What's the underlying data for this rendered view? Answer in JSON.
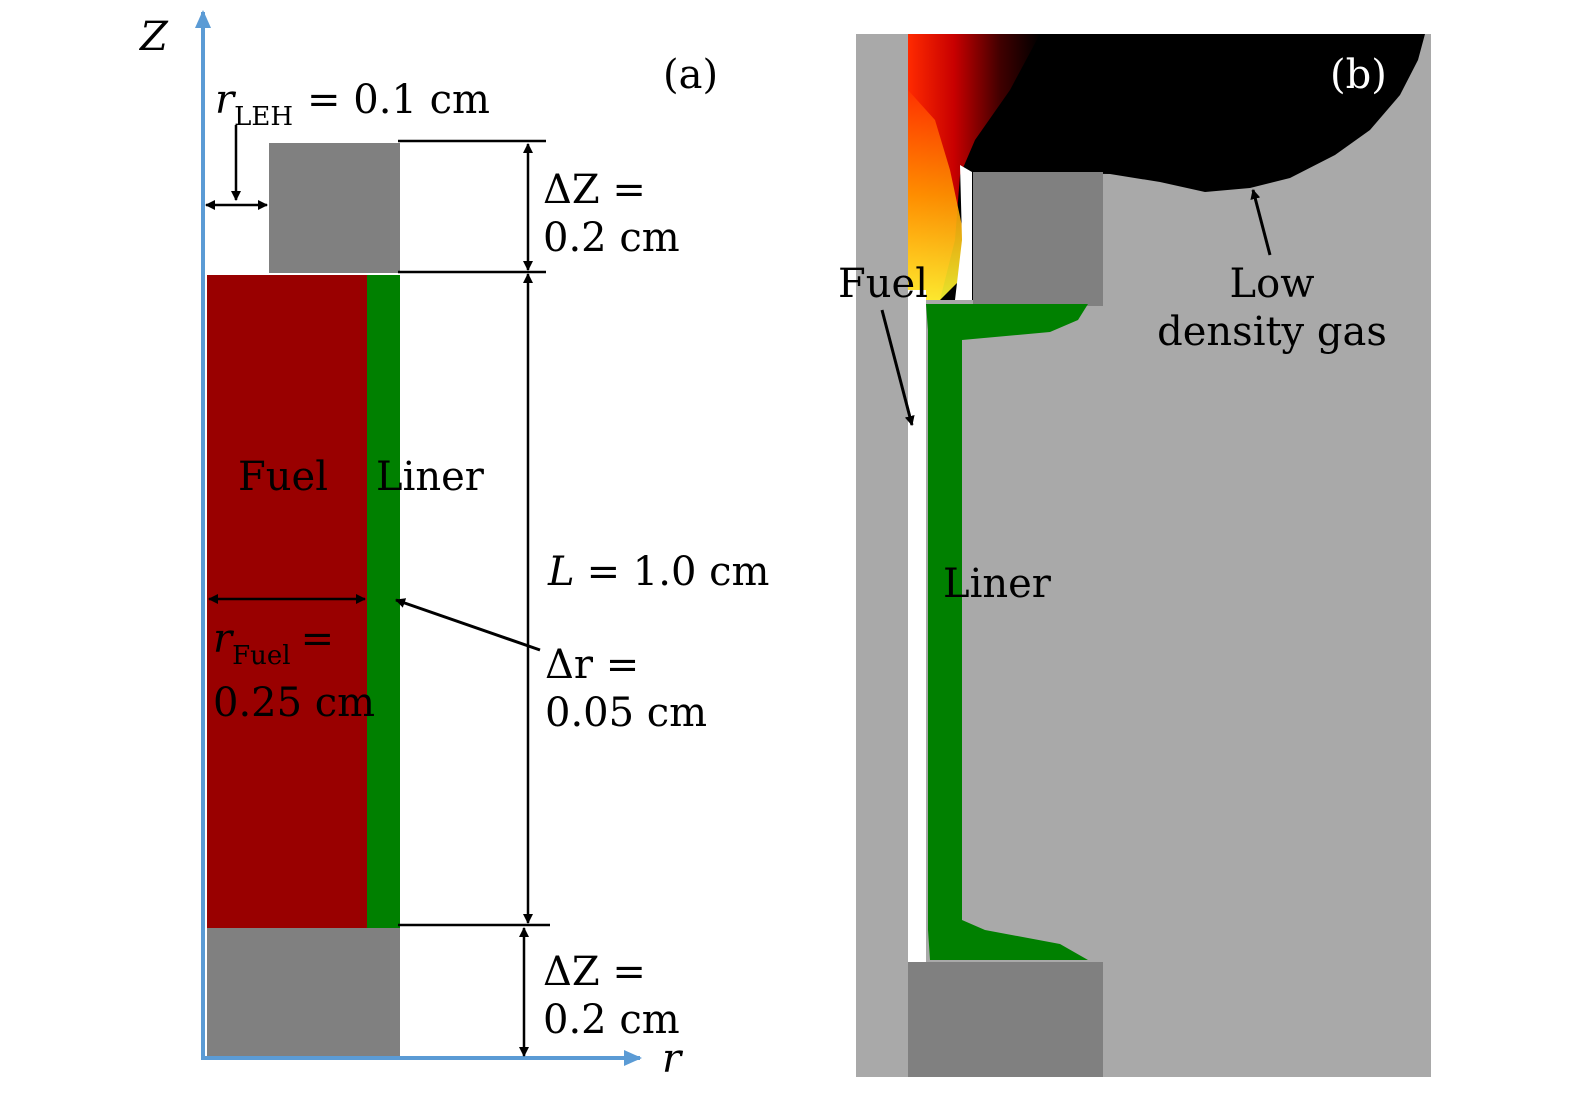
{
  "panel_a": {
    "tag": "(a)",
    "axis_z": "Z",
    "axis_r": "r",
    "r_leh": {
      "symbol": "r",
      "subscript": "LEH",
      "value": "= 0.1 cm"
    },
    "dz_top": {
      "line1": "ΔZ =",
      "line2": "0.2 cm"
    },
    "dz_bottom": {
      "line1": "ΔZ =",
      "line2": "0.2 cm"
    },
    "length": {
      "symbol": "L",
      "value": "= 1.0 cm"
    },
    "fuel_label": "Fuel",
    "liner_label": "Liner",
    "r_fuel": {
      "symbol": "r",
      "subscript": "Fuel",
      "eq": "=",
      "value": "0.25 cm"
    },
    "dr": {
      "line1": "Δr =",
      "line2": "0.05 cm"
    }
  },
  "panel_b": {
    "tag": "(b)",
    "fuel_label": "Fuel",
    "liner_label": "Liner",
    "gas_label_line1": "Low",
    "gas_label_line2": "density gas"
  },
  "colors": {
    "axis": "#5b9bd5",
    "electrode": "#808080",
    "fuel": "#990000",
    "liner": "#008000",
    "gas": "#a9a9a9"
  }
}
